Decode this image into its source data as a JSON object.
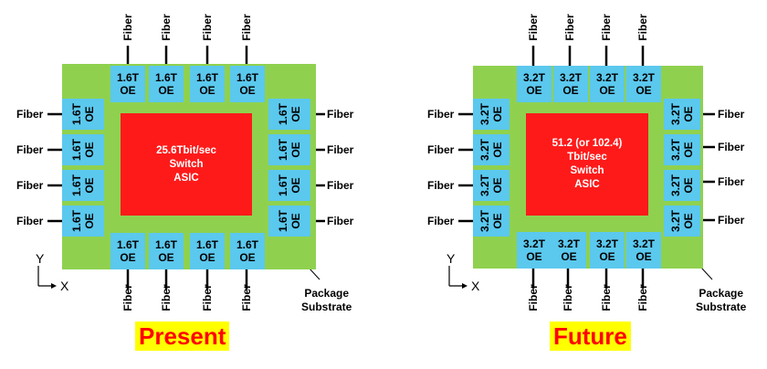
{
  "colors": {
    "substrate": "#8fd14f",
    "asic": "#ff1a1a",
    "oe_module": "#5bc8ee",
    "caption_bg": "#ffff00",
    "caption_text": "#ff0000"
  },
  "diagrams": [
    {
      "id": "present",
      "caption": "Present",
      "asic_label": "25.6Tbit/sec\nSwitch\nASIC",
      "oe_label_horizontal": "1.6T\nOE",
      "oe_label_vertical": "1.6T\nOE",
      "fiber_label": "Fiber",
      "axis_x": "X",
      "axis_y": "Y",
      "package_label": "Package\nSubstrate",
      "oe_per_side": 4
    },
    {
      "id": "future",
      "caption": "Future",
      "asic_label": "51.2 (or 102.4)\nTbit/sec\nSwitch\nASIC",
      "oe_label_horizontal": "3.2T\nOE",
      "oe_label_vertical": "3.2T\nOE",
      "fiber_label": "Fiber",
      "axis_x": "X",
      "axis_y": "Y",
      "package_label": "Package\nSubstrate",
      "oe_per_side": 4
    }
  ]
}
